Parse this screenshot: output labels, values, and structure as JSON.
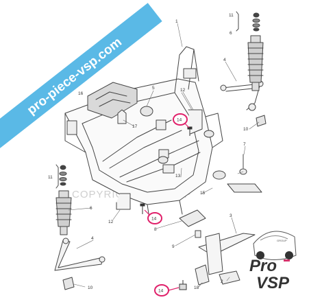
{
  "banner": {
    "text": "pro-piece-vsp.com",
    "color": "#5ab9e6"
  },
  "watermark": {
    "text": "COPYRIGHT© ProVSP"
  },
  "logo": {
    "word1": "Pro",
    "word2": "VSP",
    "tag": "GROUP",
    "accent": "#d6336c"
  },
  "highlight_color": "#e0206a",
  "labels": {
    "l1": "1",
    "l2": "2",
    "l3": "3",
    "l4a": "4",
    "l4b": "4",
    "l5": "5",
    "l6a": "6",
    "l6b": "6",
    "l7": "7",
    "l8": "8",
    "l9": "9",
    "l10a": "10",
    "l10b": "10",
    "l11a": "11",
    "l11b": "11",
    "l12a": "12",
    "l12b": "12",
    "l13": "13",
    "l14a": "14",
    "l14b": "14",
    "l14c": "14",
    "l15": "15",
    "l16": "16",
    "l17": "17",
    "l18": "18"
  }
}
